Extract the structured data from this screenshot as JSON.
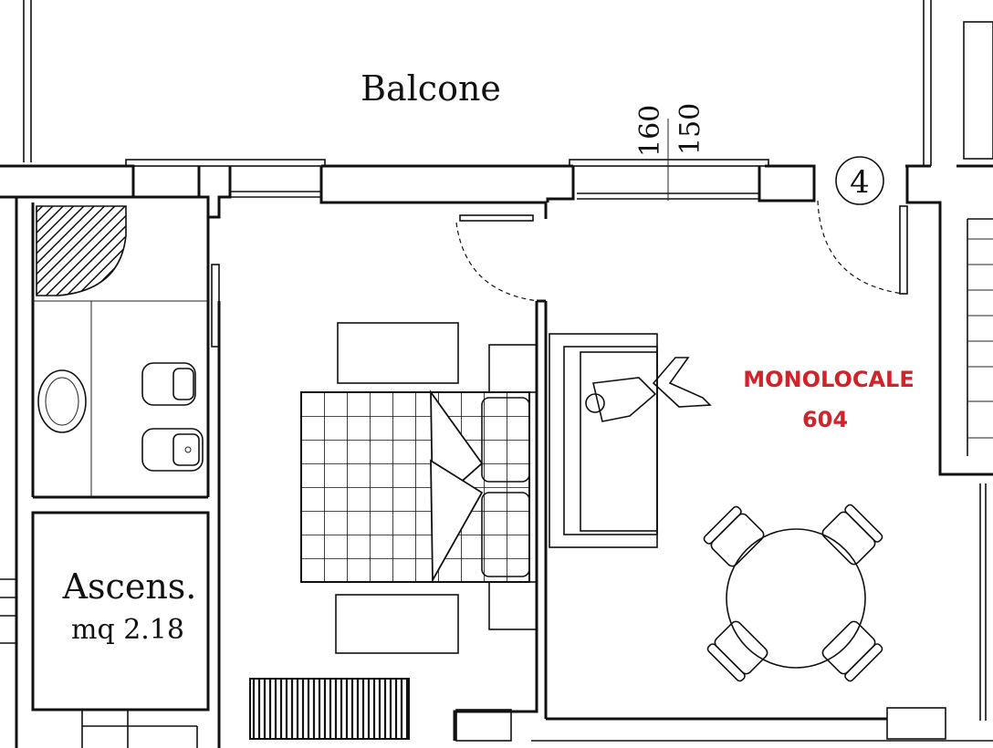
{
  "plan": {
    "balcony_label": "Balcone",
    "dimension_a": "160",
    "dimension_b": "150",
    "marker_number": "4",
    "lift": {
      "label": "Ascens.",
      "area": "mq 2.18"
    },
    "unit": {
      "name": "MONOLOCALE",
      "number": "604",
      "color": "#d2222a"
    }
  }
}
